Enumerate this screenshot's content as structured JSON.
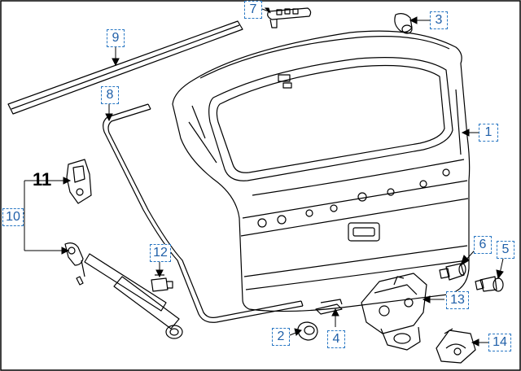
{
  "diagram": {
    "callouts": [
      {
        "id": "c1",
        "text": "1"
      },
      {
        "id": "c2",
        "text": "2"
      },
      {
        "id": "c3",
        "text": "3"
      },
      {
        "id": "c4",
        "text": "4"
      },
      {
        "id": "c5",
        "text": "5"
      },
      {
        "id": "c6",
        "text": "6"
      },
      {
        "id": "c7",
        "text": "7"
      },
      {
        "id": "c8",
        "text": "8"
      },
      {
        "id": "c9",
        "text": "9"
      },
      {
        "id": "c10",
        "text": "10"
      },
      {
        "id": "c12",
        "text": "12"
      },
      {
        "id": "c13",
        "text": "13"
      },
      {
        "id": "c14",
        "text": "14"
      }
    ],
    "plain_label": "11"
  }
}
